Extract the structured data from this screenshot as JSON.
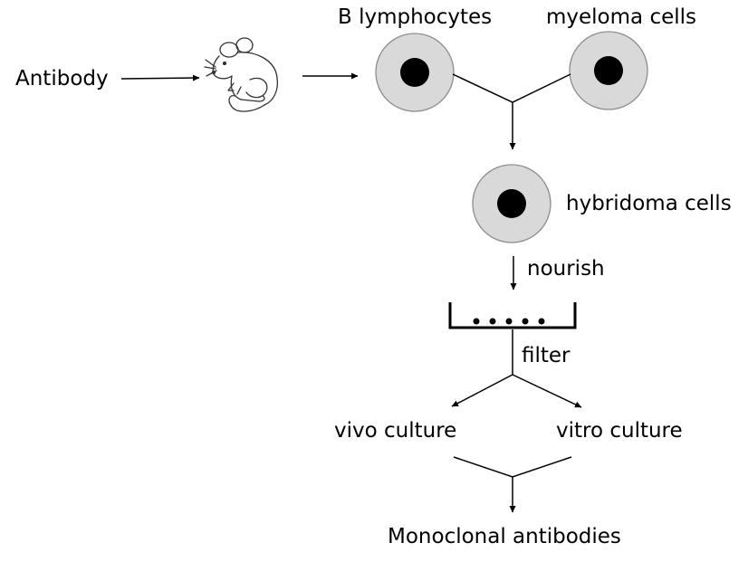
{
  "labels": {
    "antibody": "Antibody",
    "b_lymphocytes": "B lymphocytes",
    "myeloma_cells": "myeloma cells",
    "hybridoma_cells": "hybridoma cells",
    "nourish": "nourish",
    "filter": "filter",
    "vivo_culture": "vivo culture",
    "vitro_culture": "vitro culture",
    "monoclonal_antibodies": "Monoclonal antibodies"
  },
  "icons": {
    "mouse": "mouse-icon",
    "culture_dish": "culture-dish-icon"
  },
  "colors": {
    "cell_fill": "#d9d9d9",
    "cell_stroke": "#8c8c8c",
    "nucleus": "#000000",
    "line": "#000000"
  }
}
